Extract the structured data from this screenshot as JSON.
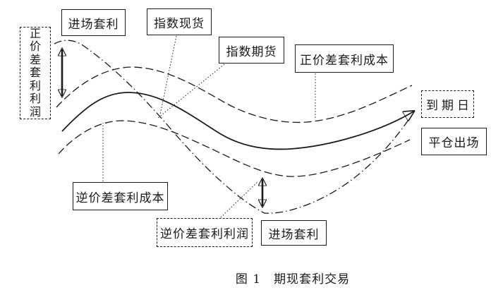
{
  "colors": {
    "line": "#1a1a1a",
    "leader": "#555555",
    "arrow": "#4d4d4d",
    "background": "#ffffff"
  },
  "boxes": {
    "pos_profit": {
      "label": "正价差套利利润",
      "border": "dashed"
    },
    "enter_top": {
      "label": "进场套利",
      "border": "solid"
    },
    "spot": {
      "label": "指数现货",
      "border": "solid"
    },
    "futures": {
      "label": "指数期货",
      "border": "solid"
    },
    "pos_cost": {
      "label": "正价差套利成本",
      "border": "solid"
    },
    "expiry": {
      "label": "到期日",
      "border": "dashed"
    },
    "exit": {
      "label": "平仓出场",
      "border": "solid"
    },
    "neg_cost": {
      "label": "逆价差套利成本",
      "border": "solid"
    },
    "neg_profit": {
      "label": "逆价差套利利润",
      "border": "dashed"
    },
    "enter_bottom": {
      "label": "进场套利",
      "border": "solid"
    }
  },
  "curves": [
    {
      "name": "index-spot",
      "label": "指数现货",
      "style": "solid",
      "shape": "rises to peak left, dips mid, rises to arrow at expiry"
    },
    {
      "name": "index-futures",
      "label": "指数期货",
      "style": "dash-dot",
      "shape": "starts high left, crosses down to low mid trough, converges with spot at expiry arrow"
    },
    {
      "name": "positive-basis-cost",
      "label": "正价差套利成本",
      "style": "dashed",
      "shape": "upper cost bound above spot"
    },
    {
      "name": "negative-basis-cost",
      "label": "逆价差套利成本",
      "style": "dashed",
      "shape": "lower cost bound below spot"
    }
  ],
  "arrows": [
    {
      "name": "positive-profit-arrow",
      "meaning": "正价差套利利润",
      "position": "left, vertical double-headed between futures curve and upper cost bound"
    },
    {
      "name": "negative-profit-arrow",
      "meaning": "逆价差套利利润",
      "position": "center-bottom, vertical double-headed between lower cost bound and futures trough"
    },
    {
      "name": "expiry-arrow",
      "meaning": "到期日",
      "position": "right end of spot curve pointing to expiry box"
    }
  ],
  "caption": "图 1　期现套利交易"
}
